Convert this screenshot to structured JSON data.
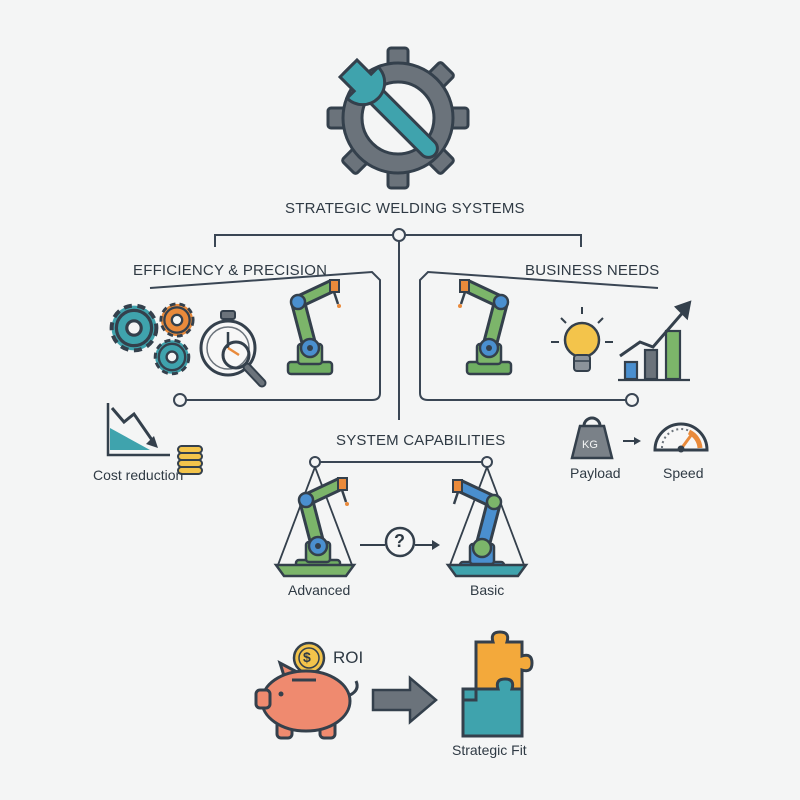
{
  "title": "STRATEGIC WELDING SYSTEMS",
  "branches": {
    "efficiency": {
      "label": "EFFICIENCY & PRECISION",
      "cost_label": "Cost reduction"
    },
    "business": {
      "label": "BUSINESS NEEDS",
      "payload_label": "Payload",
      "payload_unit": "KG",
      "speed_label": "Speed"
    }
  },
  "capabilities": {
    "label": "SYSTEM CAPABILITIES",
    "left_label": "Advanced",
    "right_label": "Basic",
    "question_mark": "?"
  },
  "outcome": {
    "roi_label": "ROI",
    "coin_symbol": "$",
    "fit_label": "Strategic Fit"
  },
  "colors": {
    "line": "#3a4654",
    "gear_gray": "#6b737b",
    "teal": "#3fa3ad",
    "orange": "#e98a3b",
    "green": "#7cb56a",
    "blue": "#4a8fcf",
    "coral": "#ef8a6f",
    "yellow": "#f3c44b"
  },
  "icons": [
    "gear-wrench-icon",
    "gears-icon",
    "stopwatch-icon",
    "magnifier-icon",
    "robot-arm-icon",
    "lightbulb-icon",
    "growth-chart-icon",
    "cost-down-chart-icon",
    "coins-icon",
    "weight-icon",
    "speedometer-icon",
    "balance-scale-icon",
    "question-icon",
    "piggy-bank-icon",
    "dollar-coin-icon",
    "arrow-right-icon",
    "puzzle-icon"
  ]
}
